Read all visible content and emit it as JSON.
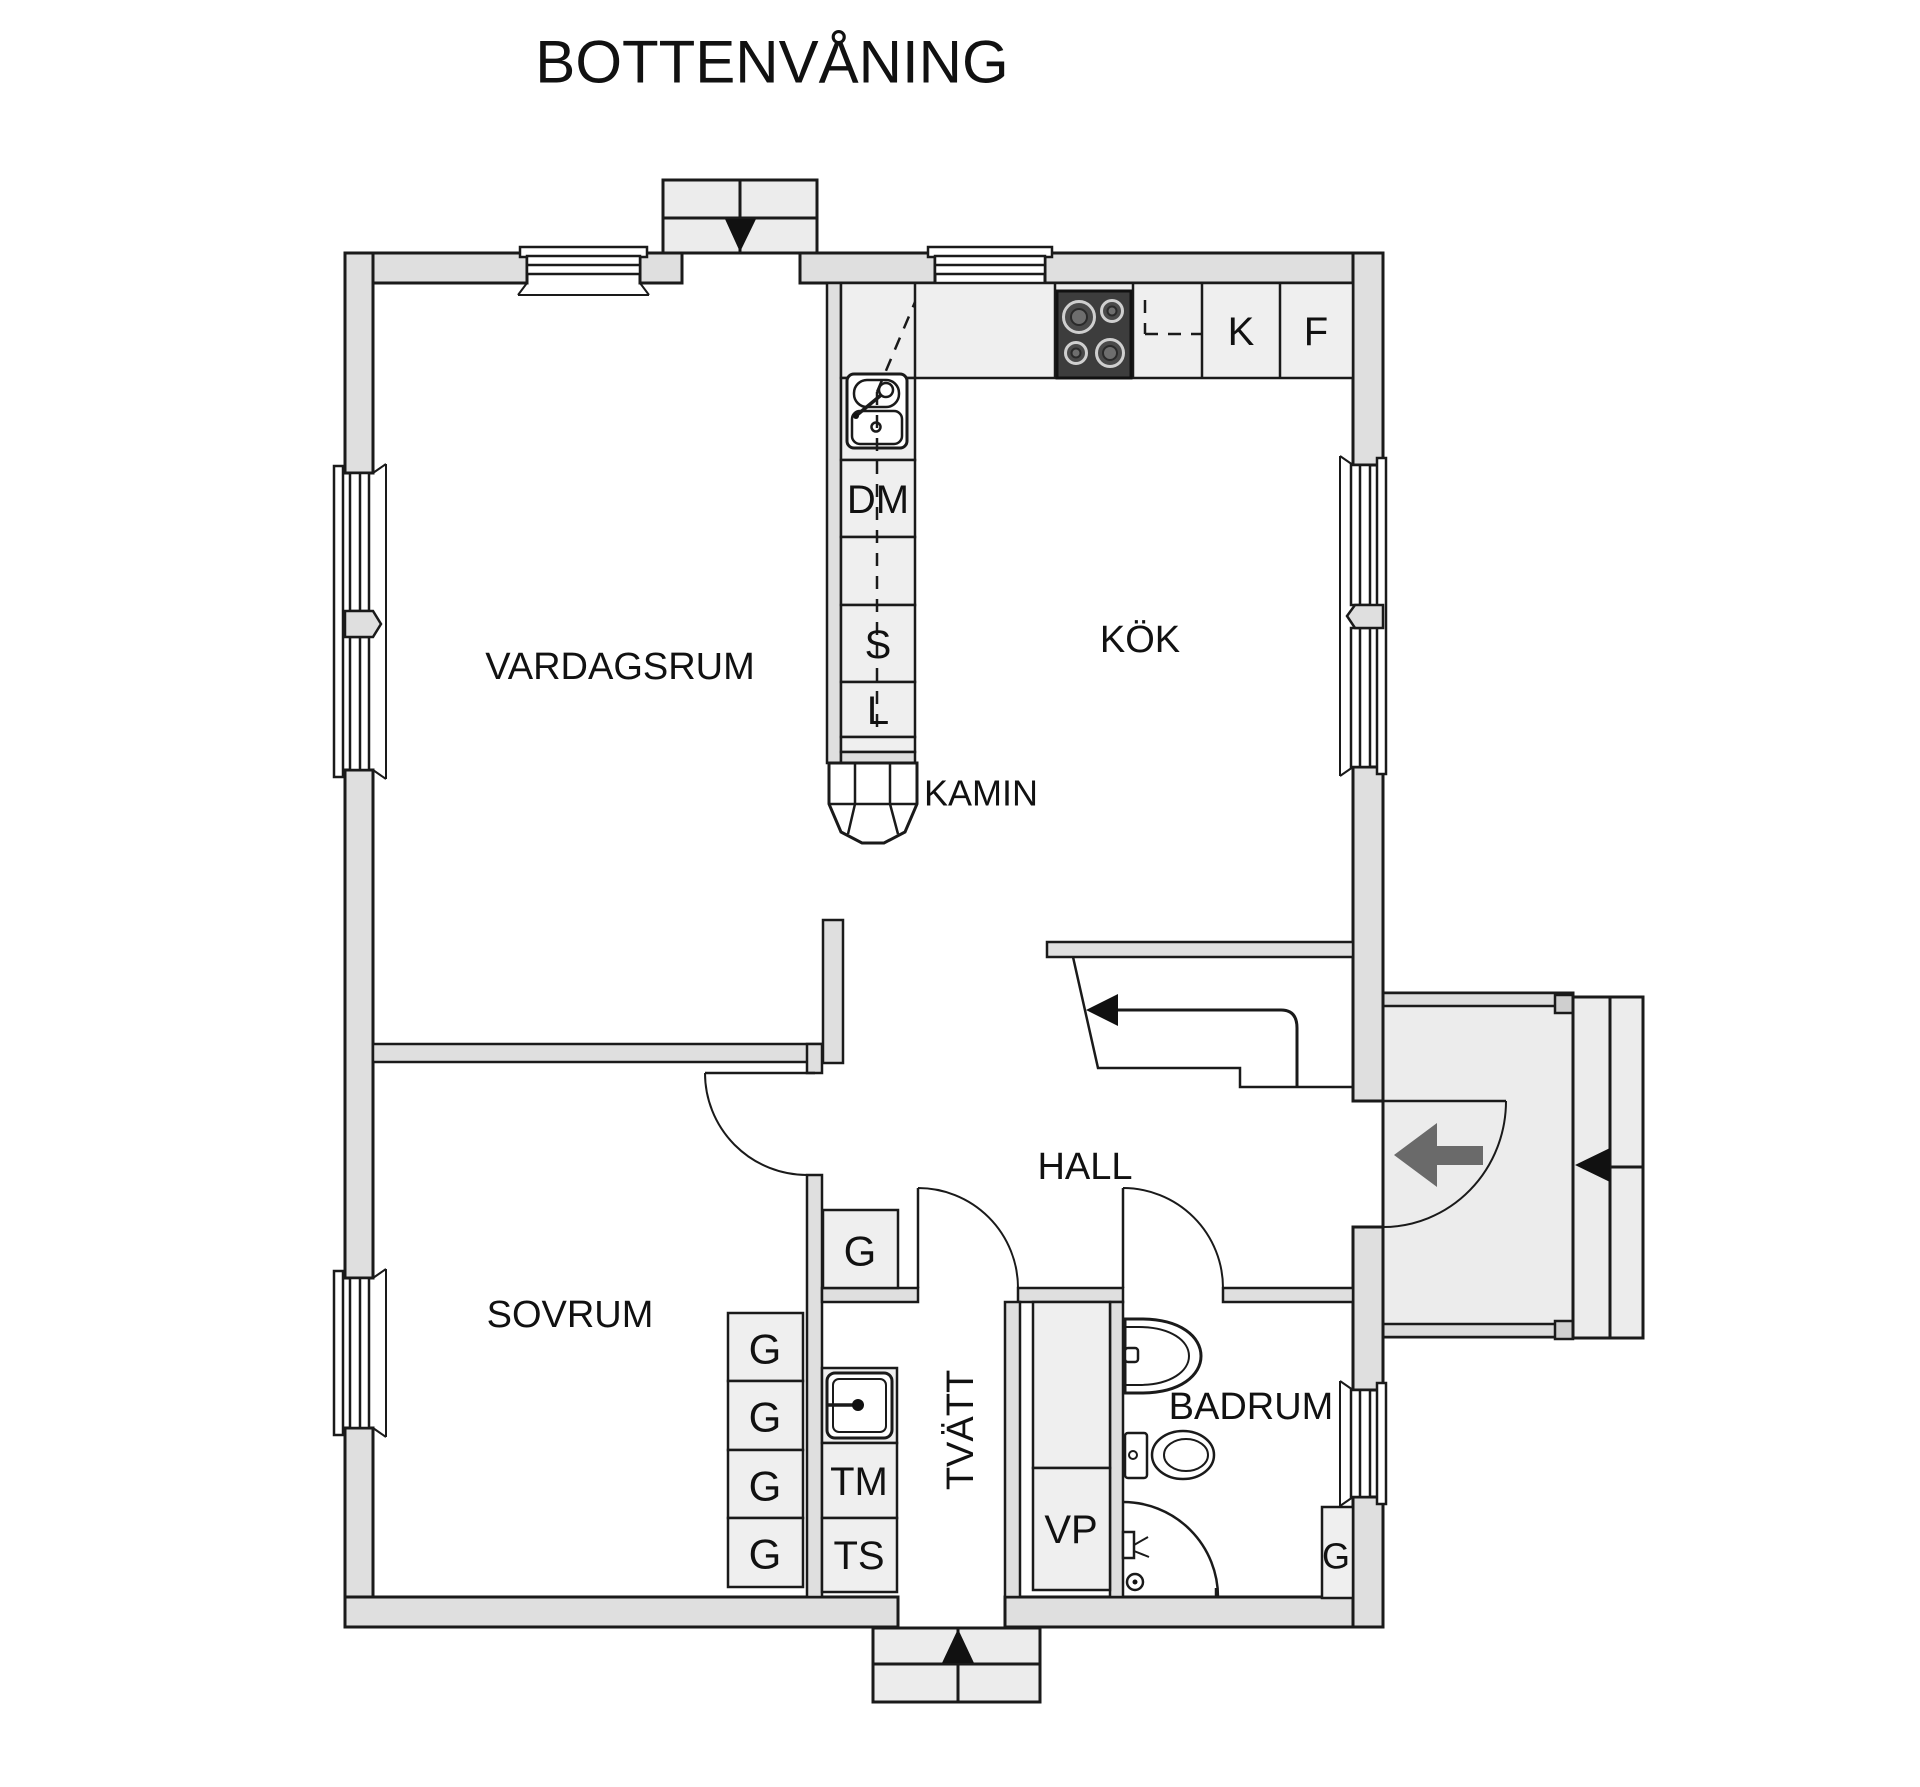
{
  "title": "BOTTENVÅNING",
  "rooms": {
    "vardagsrum": "VARDAGSRUM",
    "kok": "KÖK",
    "sovrum": "SOVRUM",
    "hall": "HALL",
    "tvatt": "TVÄTT",
    "badrum": "BADRUM"
  },
  "kitchen_labels": {
    "dm": "DM",
    "s": "S",
    "l": "L",
    "k": "K",
    "f": "F",
    "kamin": "KAMIN"
  },
  "laundry_labels": {
    "tm": "TM",
    "ts": "TS",
    "vp": "VP"
  },
  "closet_labels": {
    "sovrum": [
      "G",
      "G",
      "G",
      "G"
    ],
    "tvatt_top": "G",
    "badrum": "G"
  },
  "icons": {
    "top_entry_direction": "arrow-down-icon",
    "bottom_entry_direction": "arrow-up-icon",
    "main_entry_direction": "arrow-left-icon",
    "porch_step_direction": "arrow-left-icon",
    "stair_up_direction": "arrow-left-icon",
    "stove": "cooktop-4-burners-icon",
    "fireplace": "fireplace-icon",
    "kitchen_sink": "double-basin-sink-icon",
    "laundry_sink": "square-sink-icon",
    "bathroom_sink": "washbasin-icon",
    "toilet": "toilet-icon",
    "shower": "corner-shower-icon"
  },
  "colors": {
    "background": "#ffffff",
    "wall_fill": "#dfdfdf",
    "outline": "#1a1a1a",
    "cabinet_fill": "#efefef",
    "porch_fill": "#ececec",
    "stove_fill": "#3d3d3d",
    "entry_arrow": "#6a6a6a",
    "direction_arrow": "#111111"
  }
}
